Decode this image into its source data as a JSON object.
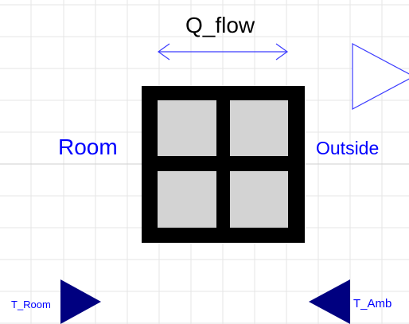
{
  "labels": {
    "q_flow": "Q_flow",
    "room": "Room",
    "outside": "Outside",
    "t_room": "T_Room",
    "t_amb": "T_Amb"
  },
  "icons": {
    "heat_flow_arrow": "double-headed-arrow-icon",
    "flow_port": "hollow-triangle-icon",
    "room_port": "filled-triangle-right-icon",
    "ambient_port": "filled-triangle-left-icon",
    "window": "window-icon"
  },
  "colors": {
    "label_blue": "#0000ff",
    "port_navy": "#000080",
    "arrow_blue": "#3c3cff",
    "window_frame": "#000000",
    "window_pane": "#d3d3d3",
    "grid": "#e6e6e6"
  }
}
